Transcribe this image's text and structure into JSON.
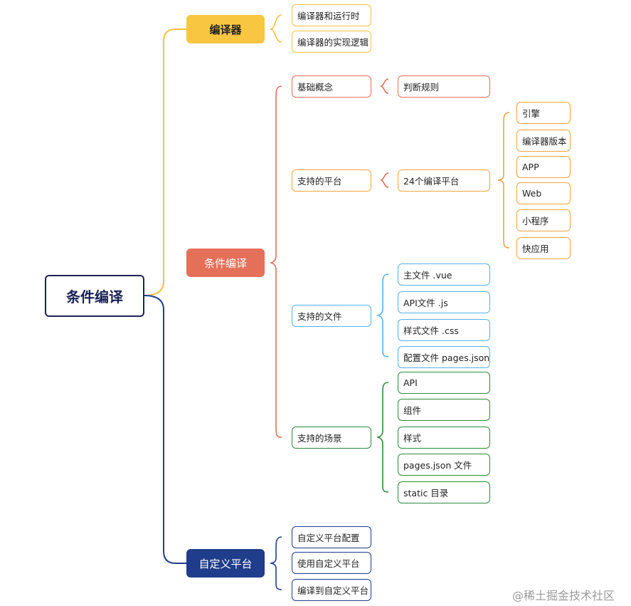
{
  "root": {
    "label": "条件编译"
  },
  "compiler": {
    "label": "编译器",
    "children": [
      "编译器和运行时",
      "编译器的实现逻辑"
    ]
  },
  "conditional": {
    "label": "条件编译",
    "basic": {
      "label": "基础概念",
      "child": "判断规则"
    },
    "platforms": {
      "label": "支持的平台",
      "child": "24个编译平台",
      "items": [
        "引擎",
        "编译器版本",
        "APP",
        "Web",
        "小程序",
        "快应用"
      ]
    },
    "files": {
      "label": "支持的文件",
      "items": [
        "主文件 .vue",
        "API文件 .js",
        "样式文件 .css",
        "配置文件 pages.json"
      ]
    },
    "scenes": {
      "label": "支持的场景",
      "items": [
        "API",
        "组件",
        "样式",
        "pages.json 文件",
        "static 目录"
      ]
    }
  },
  "custom": {
    "label": "自定义平台",
    "children": [
      "自定义平台配置",
      "使用自定义平台",
      "编译到自定义平台"
    ]
  },
  "watermark": "@稀土掘金技术社区",
  "colors": {
    "compiler": "#f8c640",
    "conditional": "#e5705a",
    "custom": "#1f3d8a",
    "platform_items": "#f2a33a",
    "files": "#54b2e6",
    "scenes": "#2e8a3a",
    "root_border": "#1a2356"
  }
}
